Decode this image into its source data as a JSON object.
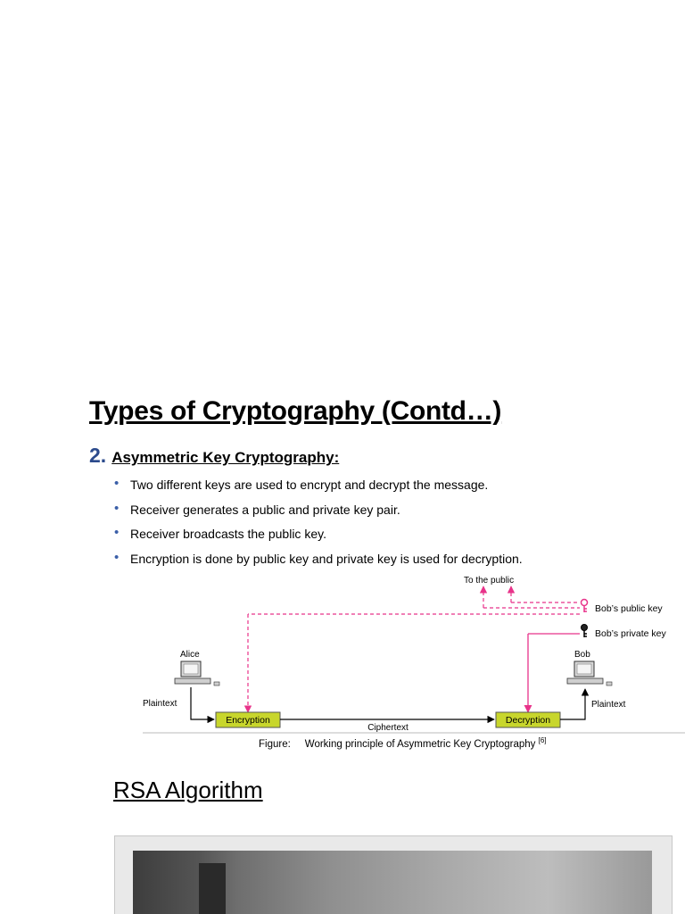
{
  "slide": {
    "title": "Types of Cryptography (Contd…)",
    "section_number": "2.",
    "section_title": "Asymmetric Key Cryptography:",
    "bullets": [
      "Two different keys are used to encrypt and decrypt the message.",
      "Receiver generates a public and private key pair.",
      "Receiver broadcasts the public key.",
      "Encryption is done by public key and private key is used for decryption."
    ],
    "bullet_symbol": "•"
  },
  "diagram": {
    "to_public": "To the public",
    "bobs_public_key": "Bob’s public key",
    "bobs_private_key": "Bob’s private key",
    "alice": "Alice",
    "bob": "Bob",
    "plaintext_left": "Plaintext",
    "plaintext_right": "Plaintext",
    "encryption": "Encryption",
    "decryption": "Decryption",
    "ciphertext": "Ciphertext",
    "colors": {
      "key_line": "#e8338a",
      "box_fill": "#c8d62c",
      "line": "#000000"
    }
  },
  "caption": {
    "label": "Figure:",
    "text": "Working principle of Asymmetric Key Cryptography",
    "ref": "[6]"
  },
  "rsa": {
    "title": "RSA Algorithm"
  }
}
